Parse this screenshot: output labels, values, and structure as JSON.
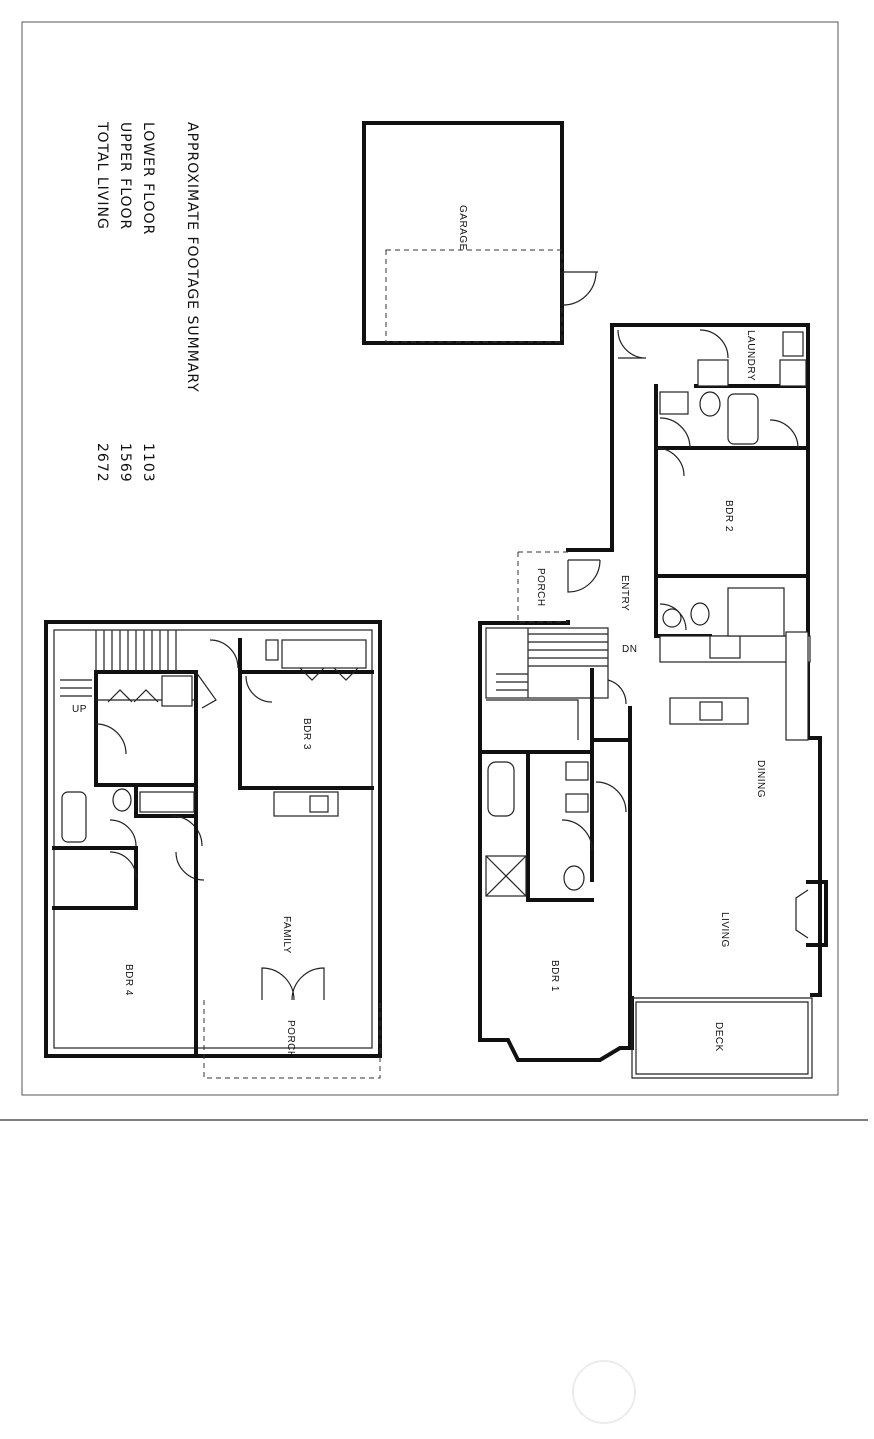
{
  "summary": {
    "title": "APPROXIMATE FOOTAGE SUMMARY",
    "rows": [
      {
        "label": "LOWER FLOOR",
        "value": "1103"
      },
      {
        "label": "UPPER FLOOR",
        "value": "1569"
      },
      {
        "label": "TOTAL LIVING",
        "value": "2672"
      }
    ]
  },
  "rooms": {
    "garage": "GARAGE",
    "laundry": "LAUNDRY",
    "bdr2": "BDR 2",
    "entry": "ENTRY",
    "porch_upper": "PORCH",
    "dn": "DN",
    "dining": "DINING",
    "living": "LIVING",
    "bdr1": "BDR 1",
    "deck": "DECK",
    "up": "UP",
    "bdr3": "BDR 3",
    "family": "FAMILY",
    "bdr4": "BDR 4",
    "porch_lower": "PORCH"
  }
}
